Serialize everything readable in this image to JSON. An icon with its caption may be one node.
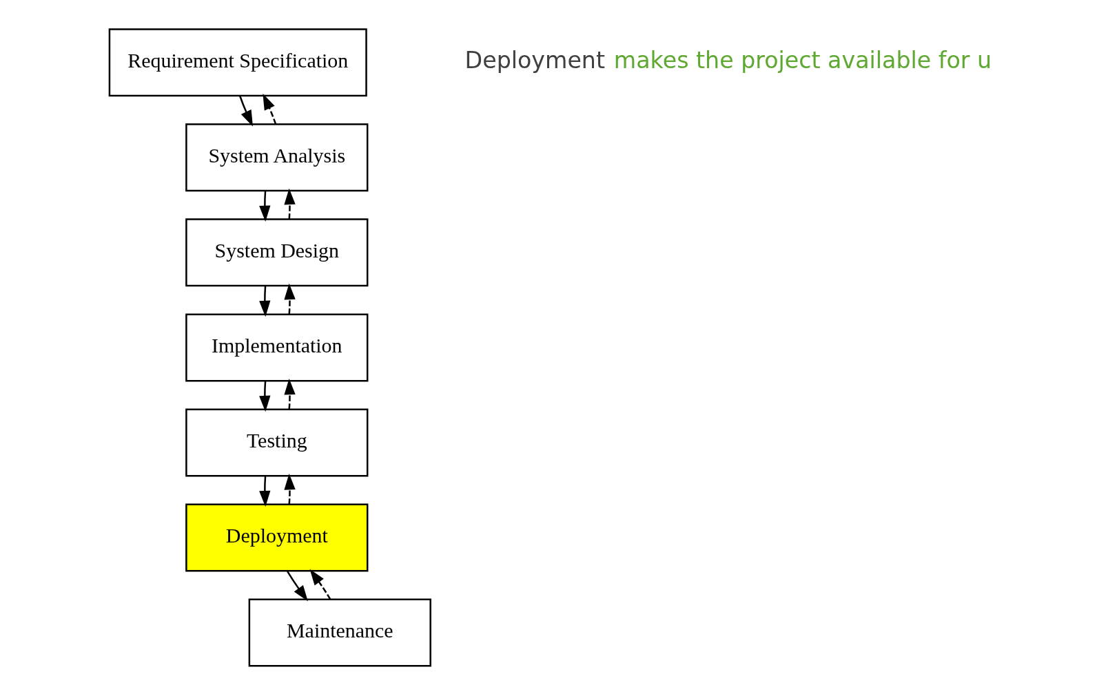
{
  "diagram": {
    "nodes": [
      {
        "text": [
          "Requirement Specification"
        ]
      },
      {
        "text": [
          "System Analysis"
        ]
      },
      {
        "text": [
          "System Design"
        ]
      },
      {
        "text": [
          "Implementation"
        ]
      },
      {
        "text": [
          "Testing"
        ]
      },
      {
        "text": [
          "Deployment"
        ]
      },
      {
        "text": [
          "Maintenance"
        ]
      }
    ],
    "edges": [
      {
        "from": 0,
        "to": 1,
        "arrow": "to"
      },
      {
        "from": 1,
        "to": 0,
        "arrow": "to",
        "style": "dashed"
      },
      {
        "from": 1,
        "to": 2,
        "arrow": "to"
      },
      {
        "from": 2,
        "to": 1,
        "arrow": "to",
        "style": "dashed"
      },
      {
        "from": 2,
        "to": 3,
        "arrow": "to"
      },
      {
        "from": 3,
        "to": 2,
        "arrow": "to",
        "style": "dashed"
      },
      {
        "from": 3,
        "to": 4,
        "arrow": "to"
      },
      {
        "from": 4,
        "to": 3,
        "arrow": "to",
        "style": "dashed"
      },
      {
        "from": 4,
        "to": 5,
        "arrow": "to"
      },
      {
        "from": 5,
        "to": 4,
        "arrow": "to",
        "style": "dashed"
      },
      {
        "from": 5,
        "to": 6,
        "arrow": "to"
      },
      {
        "from": 6,
        "to": 5,
        "arrow": "to",
        "style": "dashed"
      }
    ],
    "labels": [
      "Deployment",
      "makes the project available for u"
    ]
  }
}
